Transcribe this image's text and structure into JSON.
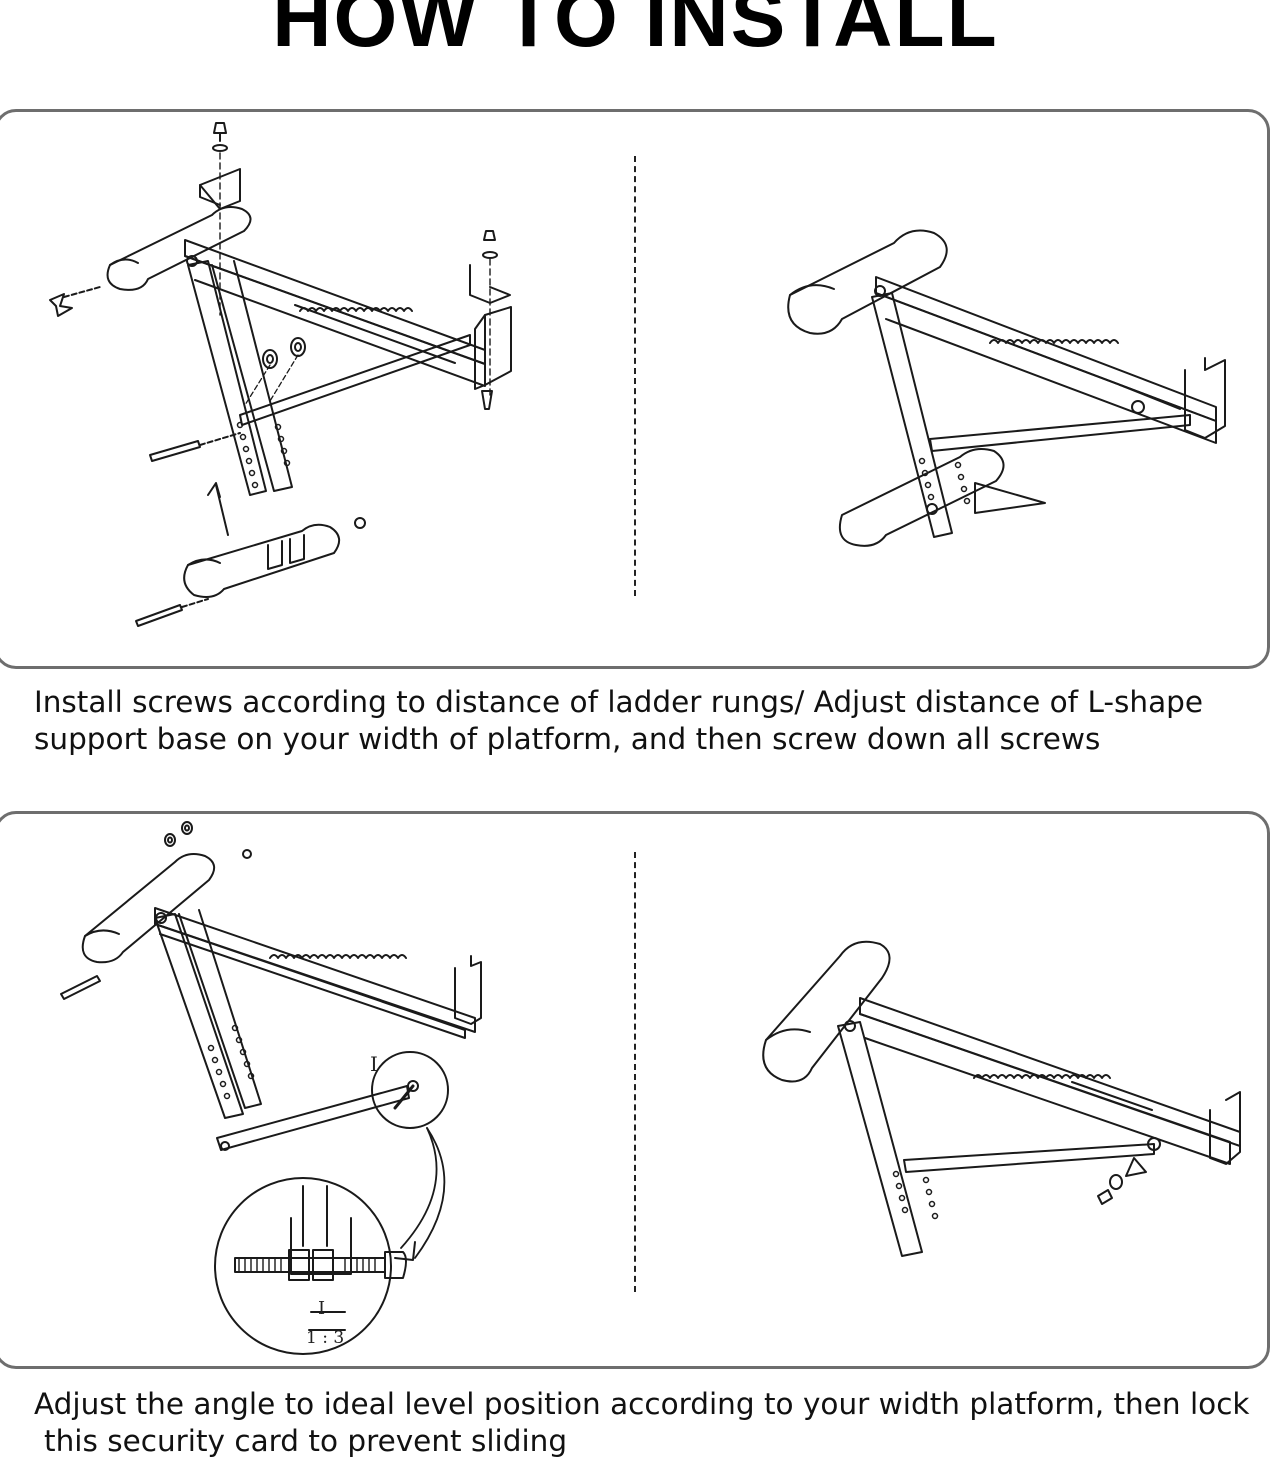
{
  "page": {
    "title": "HOW TO INSTALL"
  },
  "step1": {
    "caption_line1": "Install screws according to distance of ladder rungs/ Adjust distance of L-shape",
    "caption_line2": "support base on your width of platform, and then screw down all screws"
  },
  "step2": {
    "caption_line1": "Adjust the angle to ideal level position according to your width platform, then lock",
    "caption_line2": "this security card to prevent sliding",
    "detail_marker": "I",
    "detail_label": "I",
    "detail_scale": "1 : 3"
  }
}
